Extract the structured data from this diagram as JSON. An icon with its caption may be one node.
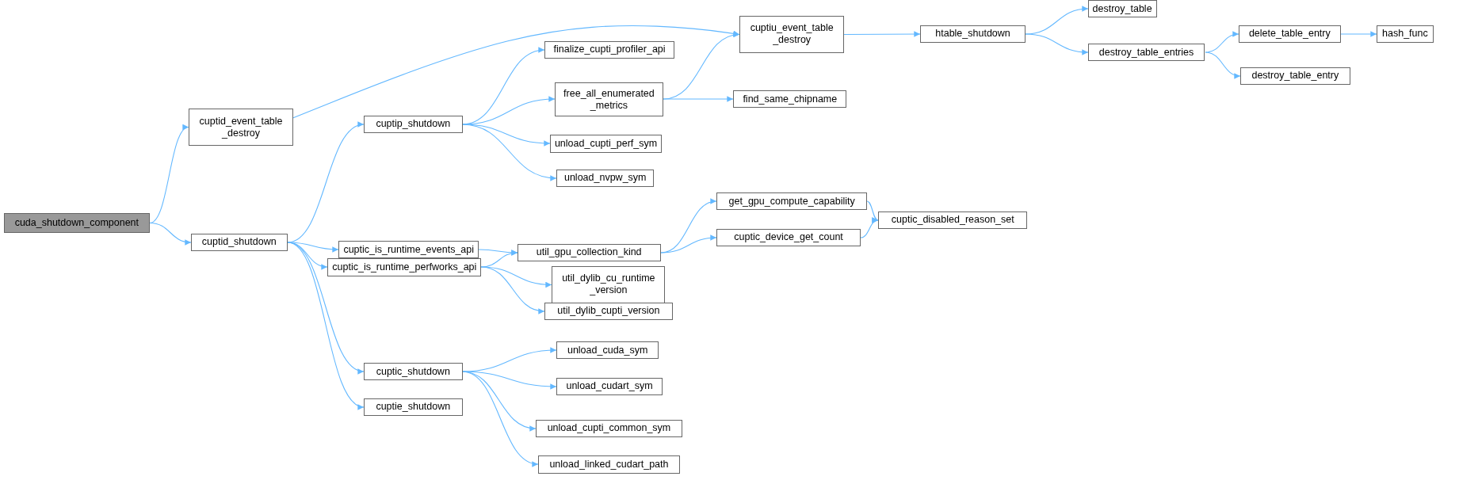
{
  "diagram": {
    "nodes": [
      {
        "text": [
          "cuda_shutdown_component"
        ]
      },
      {
        "text": [
          "cuptid_event_table _destroy"
        ]
      },
      {
        "text": [
          "cuptid_shutdown"
        ]
      },
      {
        "text": [
          "cuptiu_event_table _destroy"
        ]
      },
      {
        "text": [
          "cuptip_shutdown"
        ]
      },
      {
        "text": [
          "finalize_cupti_profiler_api"
        ]
      },
      {
        "text": [
          "free_all_enumerated _metrics"
        ]
      },
      {
        "text": [
          "unload_cupti_perf_sym"
        ]
      },
      {
        "text": [
          "unload_nvpw_sym"
        ]
      },
      {
        "text": [
          "cuptic_is_runtime_events_api"
        ]
      },
      {
        "text": [
          "cuptic_is_runtime_perfworks_api"
        ]
      },
      {
        "text": [
          "htable_shutdown"
        ]
      },
      {
        "text": [
          "destroy_table"
        ]
      },
      {
        "text": [
          "destroy_table_entries"
        ]
      },
      {
        "text": [
          "delete_table_entry"
        ]
      },
      {
        "text": [
          "destroy_table_entry"
        ]
      },
      {
        "text": [
          "hash_func"
        ]
      },
      {
        "text": [
          "find_same_chipname"
        ]
      },
      {
        "text": [
          "util_gpu_collection_kind"
        ]
      },
      {
        "text": [
          "get_gpu_compute_capability"
        ]
      },
      {
        "text": [
          "cuptic_device_get_count"
        ]
      },
      {
        "text": [
          "cuptic_disabled_reason_set"
        ]
      },
      {
        "text": [
          "util_dylib_cu_runtime _version"
        ]
      },
      {
        "text": [
          "util_dylib_cupti_version"
        ]
      },
      {
        "text": [
          "cuptic_shutdown"
        ]
      },
      {
        "text": [
          "cuptie_shutdown"
        ]
      },
      {
        "text": [
          "unload_cuda_sym"
        ]
      },
      {
        "text": [
          "unload_cudart_sym"
        ]
      },
      {
        "text": [
          "unload_cupti_common_sym"
        ]
      },
      {
        "text": [
          "unload_linked_cudart_path"
        ]
      }
    ],
    "edges": [
      {
        "from": 0,
        "to": 1,
        "arrow": "to"
      },
      {
        "from": 0,
        "to": 2,
        "arrow": "to"
      },
      {
        "from": 1,
        "to": 3,
        "arrow": "to"
      },
      {
        "from": 2,
        "to": 4,
        "arrow": "to"
      },
      {
        "from": 2,
        "to": 9,
        "arrow": "to"
      },
      {
        "from": 2,
        "to": 10,
        "arrow": "to"
      },
      {
        "from": 2,
        "to": 24,
        "arrow": "to"
      },
      {
        "from": 2,
        "to": 25,
        "arrow": "to"
      },
      {
        "from": 3,
        "to": 11,
        "arrow": "to"
      },
      {
        "from": 4,
        "to": 5,
        "arrow": "to"
      },
      {
        "from": 4,
        "to": 6,
        "arrow": "to"
      },
      {
        "from": 4,
        "to": 7,
        "arrow": "to"
      },
      {
        "from": 4,
        "to": 8,
        "arrow": "to"
      },
      {
        "from": 6,
        "to": 3,
        "arrow": "to"
      },
      {
        "from": 6,
        "to": 17,
        "arrow": "to"
      },
      {
        "from": 9,
        "to": 18,
        "arrow": "to"
      },
      {
        "from": 10,
        "to": 18,
        "arrow": "to"
      },
      {
        "from": 10,
        "to": 22,
        "arrow": "to"
      },
      {
        "from": 10,
        "to": 23,
        "arrow": "to"
      },
      {
        "from": 11,
        "to": 12,
        "arrow": "to"
      },
      {
        "from": 11,
        "to": 13,
        "arrow": "to"
      },
      {
        "from": 13,
        "to": 14,
        "arrow": "to"
      },
      {
        "from": 13,
        "to": 15,
        "arrow": "to"
      },
      {
        "from": 14,
        "to": 16,
        "arrow": "to"
      },
      {
        "from": 18,
        "to": 19,
        "arrow": "to"
      },
      {
        "from": 18,
        "to": 20,
        "arrow": "to"
      },
      {
        "from": 19,
        "to": 21,
        "arrow": "to"
      },
      {
        "from": 20,
        "to": 21,
        "arrow": "to"
      },
      {
        "from": 24,
        "to": 26,
        "arrow": "to"
      },
      {
        "from": 24,
        "to": 27,
        "arrow": "to"
      },
      {
        "from": 24,
        "to": 28,
        "arrow": "to"
      },
      {
        "from": 24,
        "to": 29,
        "arrow": "to"
      }
    ]
  }
}
